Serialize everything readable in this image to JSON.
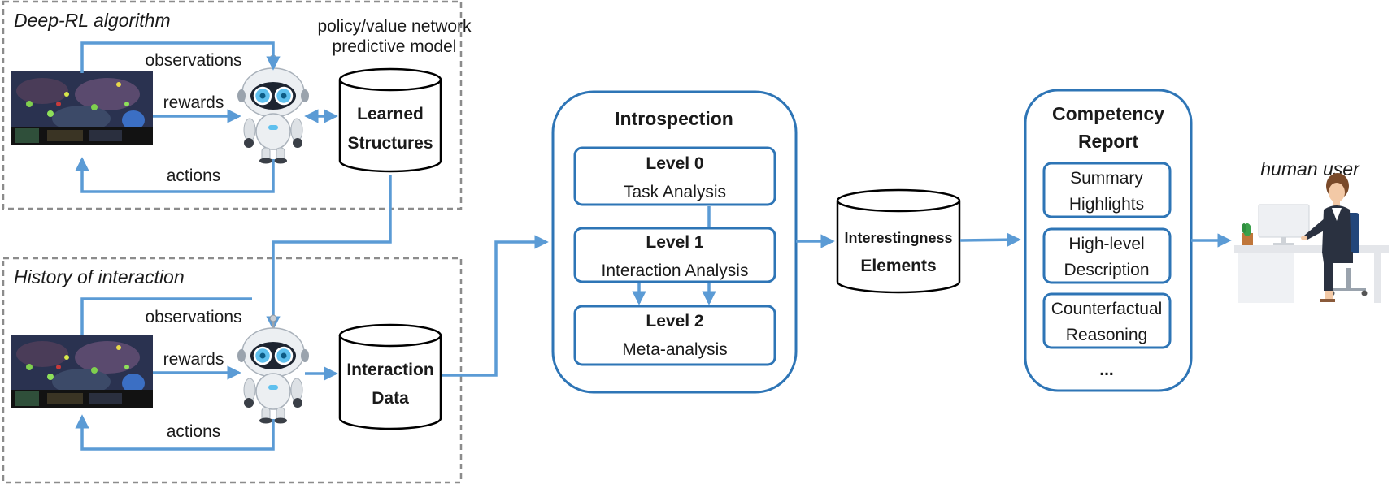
{
  "drl_panel": {
    "title": "Deep-RL algorithm",
    "network_label_line1": "policy/value network",
    "network_label_line2": "predictive model",
    "observations": "observations",
    "rewards": "rewards",
    "actions": "actions",
    "store_line1": "Learned",
    "store_line2": "Structures"
  },
  "history_panel": {
    "title": "History of interaction",
    "observations": "observations",
    "rewards": "rewards",
    "actions": "actions",
    "store_line1": "Interaction",
    "store_line2": "Data"
  },
  "introspection": {
    "title": "Introspection",
    "levels": [
      {
        "name": "Level 0",
        "desc": "Task Analysis"
      },
      {
        "name": "Level 1",
        "desc": "Interaction Analysis"
      },
      {
        "name": "Level 2",
        "desc": "Meta-analysis"
      }
    ]
  },
  "elements_store": {
    "line1": "Interestingness",
    "line2": "Elements"
  },
  "report": {
    "title_line1": "Competency",
    "title_line2": "Report",
    "items": [
      {
        "line1": "Summary",
        "line2": "Highlights"
      },
      {
        "line1": "High-level",
        "line2": "Description"
      },
      {
        "line1": "Counterfactual",
        "line2": "Reasoning"
      }
    ],
    "ellipsis": "..."
  },
  "user": {
    "label": "human user"
  },
  "colors": {
    "arrow": "#5b9bd5",
    "box_border": "#2e75b6",
    "dashed": "#8c8c8c"
  }
}
